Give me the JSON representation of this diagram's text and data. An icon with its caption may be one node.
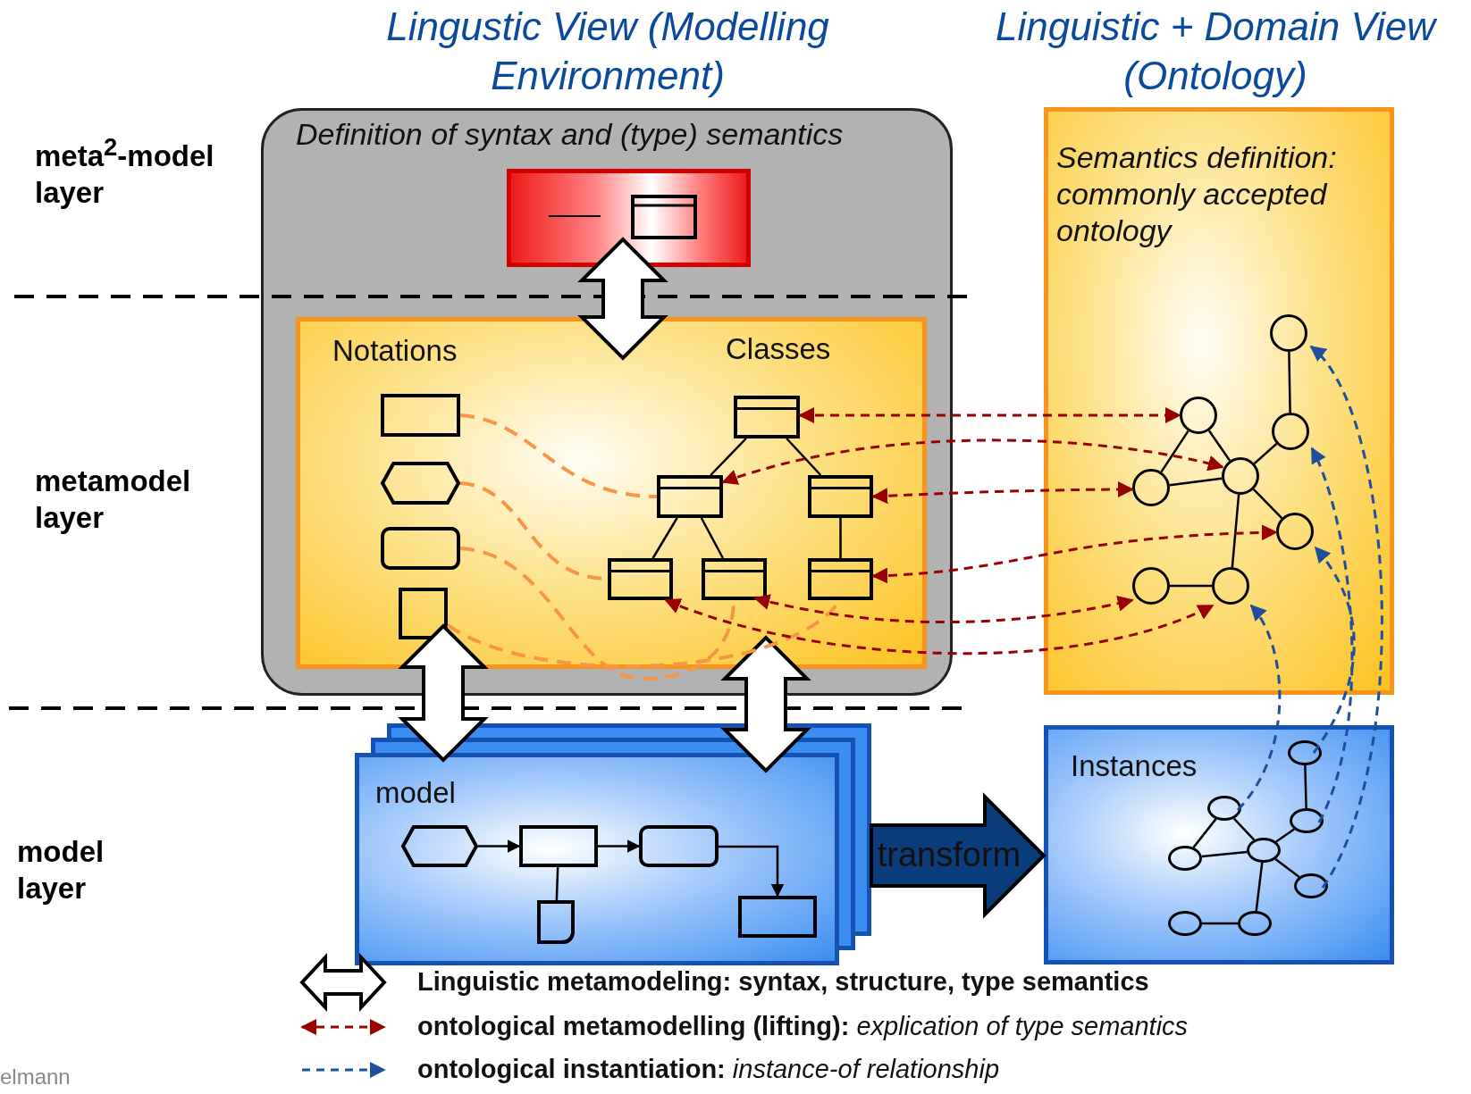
{
  "diagram": {
    "nodes": [
      {
        "text": [
          "Definition of syntax and (type) semantics"
        ]
      },
      {
        "text": [],
        "shape": "box",
        "in": 0
      },
      {
        "text": [
          "Notations",
          "Classes"
        ],
        "in": 0
      },
      {
        "text": [],
        "shape": "box",
        "in": 2
      },
      {
        "text": [],
        "shape": "hexagon",
        "in": 2
      },
      {
        "text": [],
        "shape": "box",
        "in": 2
      },
      {
        "text": [],
        "shape": "box",
        "in": 2
      },
      {
        "text": [],
        "shape": "box",
        "in": 2
      },
      {
        "text": [],
        "shape": "box",
        "in": 2
      },
      {
        "text": [],
        "shape": "box",
        "in": 2
      },
      {
        "text": [],
        "shape": "box",
        "in": 2
      },
      {
        "text": [],
        "shape": "box",
        "in": 2
      },
      {
        "text": [],
        "shape": "box",
        "in": 2
      },
      {
        "text": [
          "Semantics definition: commonly accepted ontology"
        ]
      },
      {
        "text": [],
        "shape": "circle",
        "in": 13
      },
      {
        "text": [],
        "shape": "circle",
        "in": 13
      },
      {
        "text": [],
        "shape": "circle",
        "in": 13
      },
      {
        "text": [],
        "shape": "circle",
        "in": 13
      },
      {
        "text": [],
        "shape": "circle",
        "in": 13
      },
      {
        "text": [],
        "shape": "circle",
        "in": 13
      },
      {
        "text": [],
        "shape": "circle",
        "in": 13
      },
      {
        "text": [],
        "shape": "circle",
        "in": 13
      },
      {
        "text": [
          "model"
        ]
      },
      {
        "text": [],
        "shape": "hexagon",
        "in": 22
      },
      {
        "text": [],
        "shape": "box",
        "in": 22
      },
      {
        "text": [],
        "shape": "box",
        "in": 22
      },
      {
        "text": [],
        "shape": "document",
        "in": 22
      },
      {
        "text": [],
        "shape": "box",
        "in": 22
      },
      {
        "text": [
          "Instances"
        ]
      },
      {
        "text": [],
        "shape": "circle",
        "in": 28
      },
      {
        "text": [],
        "shape": "circle",
        "in": 28
      },
      {
        "text": [],
        "shape": "circle",
        "in": 28
      },
      {
        "text": [],
        "shape": "circle",
        "in": 28
      },
      {
        "text": [],
        "shape": "circle",
        "in": 28
      },
      {
        "text": [],
        "shape": "circle",
        "in": 28
      },
      {
        "text": [],
        "shape": "circle",
        "in": 28
      },
      {
        "text": [],
        "shape": "circle",
        "in": 28
      }
    ],
    "edges": [
      {
        "from": 1,
        "to": 2,
        "arrow": "both",
        "style": "thick"
      },
      {
        "from": 2,
        "to": 22,
        "arrow": "both",
        "style": "thick"
      },
      {
        "from": 2,
        "to": 22,
        "arrow": "both",
        "style": "thick"
      },
      {
        "from": 7,
        "to": 8,
        "arrow": "none"
      },
      {
        "from": 7,
        "to": 9,
        "arrow": "none"
      },
      {
        "from": 8,
        "to": 10,
        "arrow": "none"
      },
      {
        "from": 8,
        "to": 11,
        "arrow": "none"
      },
      {
        "from": 9,
        "to": 12,
        "arrow": "none"
      },
      {
        "from": 14,
        "to": 16,
        "arrow": "none"
      },
      {
        "from": 15,
        "to": 17,
        "arrow": "none"
      },
      {
        "from": 15,
        "to": 18,
        "arrow": "none"
      },
      {
        "from": 17,
        "to": 18,
        "arrow": "none"
      },
      {
        "from": 16,
        "to": 18,
        "arrow": "none"
      },
      {
        "from": 18,
        "to": 19,
        "arrow": "none"
      },
      {
        "from": 18,
        "to": 21,
        "arrow": "none"
      },
      {
        "from": 20,
        "to": 21,
        "arrow": "none"
      },
      {
        "from": 23,
        "to": 24,
        "arrow": "to"
      },
      {
        "from": 24,
        "to": 25,
        "arrow": "to"
      },
      {
        "from": 25,
        "to": 27,
        "arrow": "to"
      },
      {
        "from": 24,
        "to": 26,
        "arrow": "none"
      },
      {
        "from": 29,
        "to": 31,
        "arrow": "none"
      },
      {
        "from": 30,
        "to": 32,
        "arrow": "none"
      },
      {
        "from": 30,
        "to": 33,
        "arrow": "none"
      },
      {
        "from": 32,
        "to": 33,
        "arrow": "none"
      },
      {
        "from": 31,
        "to": 33,
        "arrow": "none"
      },
      {
        "from": 33,
        "to": 34,
        "arrow": "none"
      },
      {
        "from": 33,
        "to": 36,
        "arrow": "none"
      },
      {
        "from": 35,
        "to": 36,
        "arrow": "none"
      },
      {
        "from": 22,
        "to": 28,
        "arrow": "to",
        "label": "transform",
        "style": "thick",
        "color": "#0a3d7a"
      },
      {
        "from": 3,
        "to": 8,
        "arrow": "none",
        "style": "dashed",
        "color": "#f79646"
      },
      {
        "from": 4,
        "to": 10,
        "arrow": "none",
        "style": "dashed",
        "color": "#f79646"
      },
      {
        "from": 5,
        "to": 11,
        "arrow": "none",
        "style": "dashed",
        "color": "#f79646"
      },
      {
        "from": 6,
        "to": 12,
        "arrow": "none",
        "style": "dashed",
        "color": "#f79646"
      },
      {
        "from": 7,
        "to": 15,
        "arrow": "both",
        "style": "dashed",
        "color": "#990000"
      },
      {
        "from": 8,
        "to": 18,
        "arrow": "both",
        "style": "dashed",
        "color": "#990000"
      },
      {
        "from": 9,
        "to": 17,
        "arrow": "both",
        "style": "dashed",
        "color": "#990000"
      },
      {
        "from": 12,
        "to": 19,
        "arrow": "both",
        "style": "dashed",
        "color": "#990000"
      },
      {
        "from": 11,
        "to": 20,
        "arrow": "both",
        "style": "dashed",
        "color": "#990000"
      },
      {
        "from": 10,
        "to": 21,
        "arrow": "both",
        "style": "dashed",
        "color": "#990000"
      },
      {
        "from": 30,
        "to": 21,
        "arrow": "to",
        "style": "dashed",
        "color": "#1f4e9c"
      },
      {
        "from": 29,
        "to": 19,
        "arrow": "to",
        "style": "dashed",
        "color": "#1f4e9c"
      },
      {
        "from": 31,
        "to": 16,
        "arrow": "to",
        "style": "dashed",
        "color": "#1f4e9c"
      },
      {
        "from": 34,
        "to": 14,
        "arrow": "to",
        "style": "dashed",
        "color": "#1f4e9c"
      }
    ],
    "labels": [
      "Lingustic View (Modelling Environment)",
      "Linguistic + Domain View (Ontology)",
      "meta$^{2}$-model layer",
      "metamodel layer",
      "model layer",
      "elmann"
    ],
    "legend": [
      {
        "text": "Linguistic metamodeling: syntax, structure, type semantics"
      },
      {
        "text": "**ontological metamodelling (lifting):** *explication of type semantics*"
      },
      {
        "text": "**ontological instantiation:** *instance-of relationship*"
      }
    ]
  }
}
